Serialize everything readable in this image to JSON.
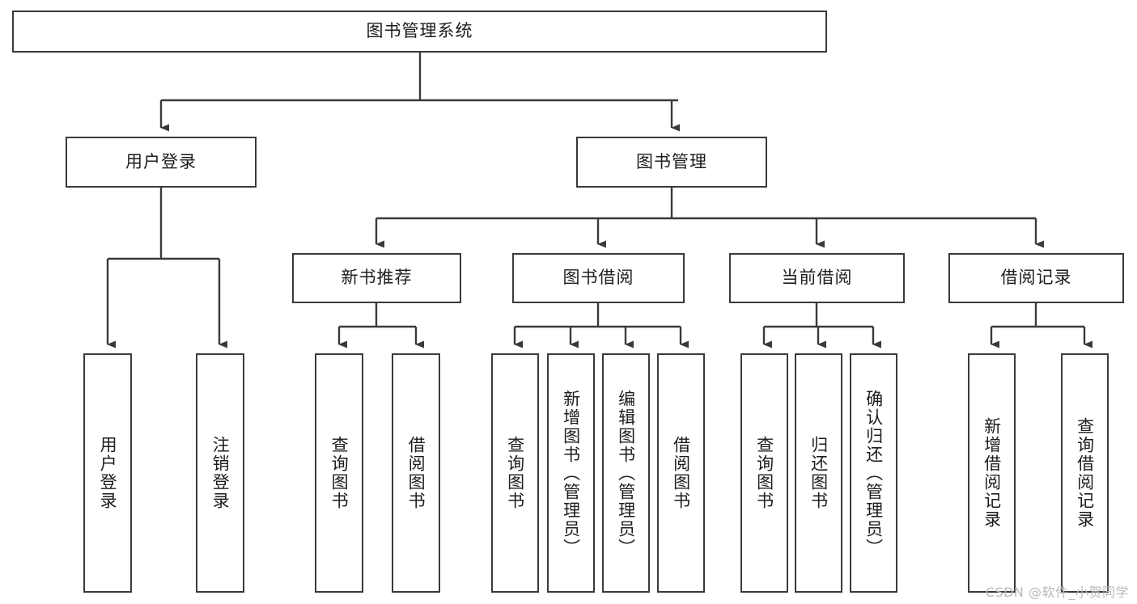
{
  "diagram": {
    "title": "图书管理系统",
    "type": "tree",
    "colors": {
      "box_border": "#3a3a3a",
      "box_fill": "#ffffff",
      "connector": "#3a3a3a",
      "text": "#1d1d1d",
      "watermark": "#b9b9b9",
      "background": "#ffffff"
    },
    "root": {
      "label": "图书管理系统"
    },
    "level2": [
      {
        "label": "用户登录"
      },
      {
        "label": "图书管理"
      }
    ],
    "level3": [
      {
        "label": "新书推荐"
      },
      {
        "label": "图书借阅"
      },
      {
        "label": "当前借阅"
      },
      {
        "label": "借阅记录"
      }
    ],
    "leaves": {
      "user_login": [
        {
          "label": "用户登录"
        },
        {
          "label": "注销登录"
        }
      ],
      "new_book_recommend": [
        {
          "label": "查询图书"
        },
        {
          "label": "借阅图书"
        }
      ],
      "book_borrow": [
        {
          "label": "查询图书"
        },
        {
          "label": "新增图书（管理员）"
        },
        {
          "label": "编辑图书（管理员）"
        },
        {
          "label": "借阅图书"
        }
      ],
      "current_borrow": [
        {
          "label": "查询图书"
        },
        {
          "label": "归还图书"
        },
        {
          "label": "确认归还（管理员）"
        }
      ],
      "borrow_record": [
        {
          "label": "新增借阅记录"
        },
        {
          "label": "查询借阅记录"
        }
      ]
    }
  },
  "watermark": {
    "text": "CSDN @软件_小贺同学"
  }
}
